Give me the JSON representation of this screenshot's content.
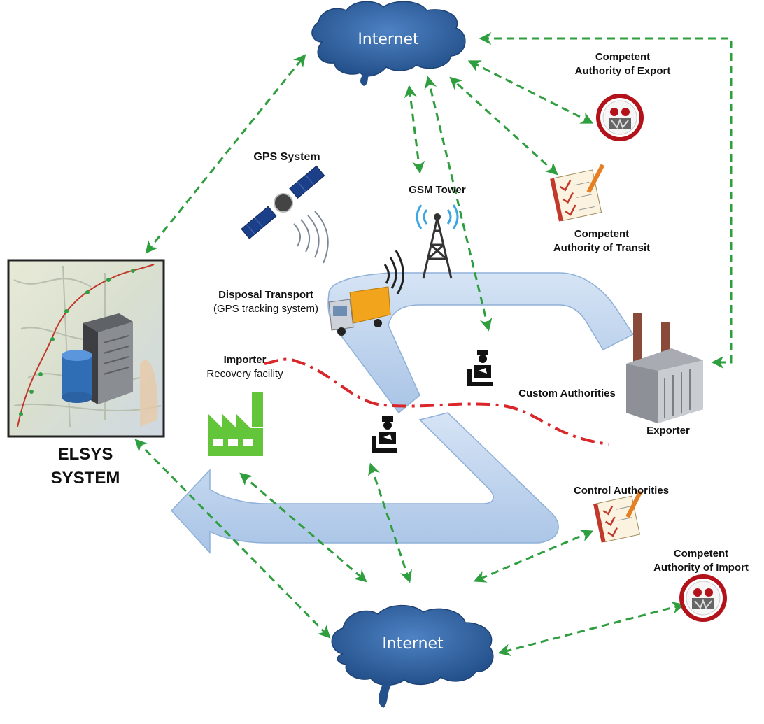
{
  "labels": {
    "internet_top": "Internet",
    "internet_bottom": "Internet",
    "competent_export_l1": "Competent",
    "competent_export_l2": "Authority of Export",
    "gps_system": "GPS  System",
    "gsm_tower": "GSM Tower",
    "competent_transit_l1": "Competent",
    "competent_transit_l2": "Authority of Transit",
    "disposal_l1": "Disposal Transport",
    "disposal_l2": "(GPS tracking system)",
    "importer_l1": "Importer",
    "importer_l2": "Recovery facility",
    "custom_authorities": "Custom Authorities",
    "exporter": "Exporter",
    "elsys_l1": "ELSYS",
    "elsys_l2": "SYSTEM",
    "control_authorities": "Control Authorities",
    "competent_import_l1": "Competent",
    "competent_import_l2": "Authority of Import"
  },
  "colors": {
    "arrow_green": "#2e9e3e",
    "border_red": "#d9262b",
    "cloud_blue": "#2f5f9e",
    "flow_blue": "#bcd3ee",
    "factory_green": "#63c63a"
  },
  "icons": [
    "cloud-icon",
    "satellite-icon",
    "gsm-tower-icon",
    "truck-icon",
    "customs-officer-icon",
    "authority-badge-icon",
    "checklist-icon",
    "factory-icon",
    "exporter-plant-icon",
    "server-map-icon"
  ]
}
